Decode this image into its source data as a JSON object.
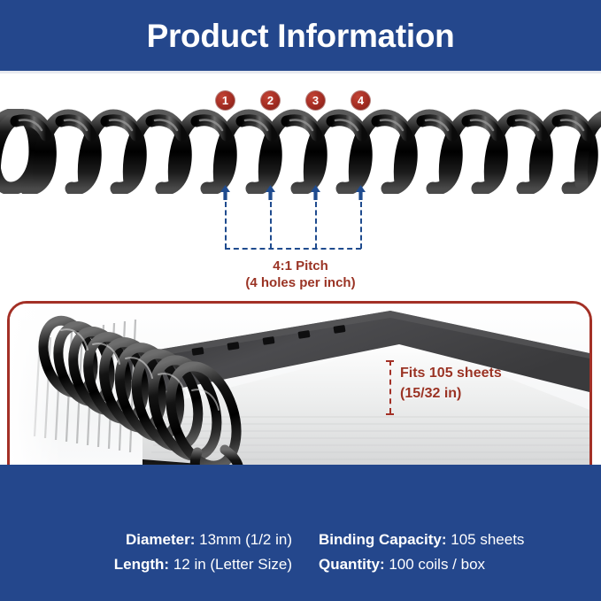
{
  "header": {
    "title": "Product Information",
    "background_color": "#24478c",
    "text_color": "#ffffff"
  },
  "coil_diagram": {
    "badges": [
      {
        "label": "1"
      },
      {
        "label": "2"
      },
      {
        "label": "3"
      },
      {
        "label": "4"
      }
    ],
    "badge_color": "#a32c22",
    "arrow_color": "#1f4b8e",
    "pitch_label": "4:1 Pitch",
    "pitch_sublabel": "(4 holes per inch)",
    "label_color": "#9a3324"
  },
  "photo_panel": {
    "frame_color": "#a33026",
    "callout_line1": "Fits 105 sheets",
    "callout_line2": "(15/32 in)",
    "callout_color": "#9a3324"
  },
  "specs": {
    "background_color": "#24478c",
    "items": [
      {
        "label": "Diameter:",
        "value": "13mm (1/2 in)"
      },
      {
        "label": "Length:",
        "value": "12 in (Letter Size)"
      },
      {
        "label": "Binding Capacity:",
        "value": "105 sheets"
      },
      {
        "label": "Quantity:",
        "value": "100 coils / box"
      }
    ]
  }
}
